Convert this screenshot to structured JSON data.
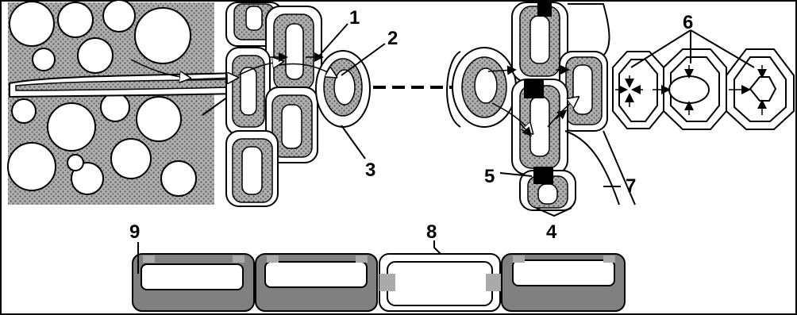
{
  "diagram": {
    "labels": {
      "l1": "1",
      "l2": "2",
      "l3": "3",
      "l4": "4",
      "l5": "5",
      "l6": "6",
      "l7": "7",
      "l8": "8",
      "l9": "9"
    },
    "colors": {
      "stipple": "#8a8a8a",
      "dark_fill": "#7d7d7d",
      "line": "#000000",
      "band": "#000000",
      "pit": "#9a9a9a"
    }
  }
}
